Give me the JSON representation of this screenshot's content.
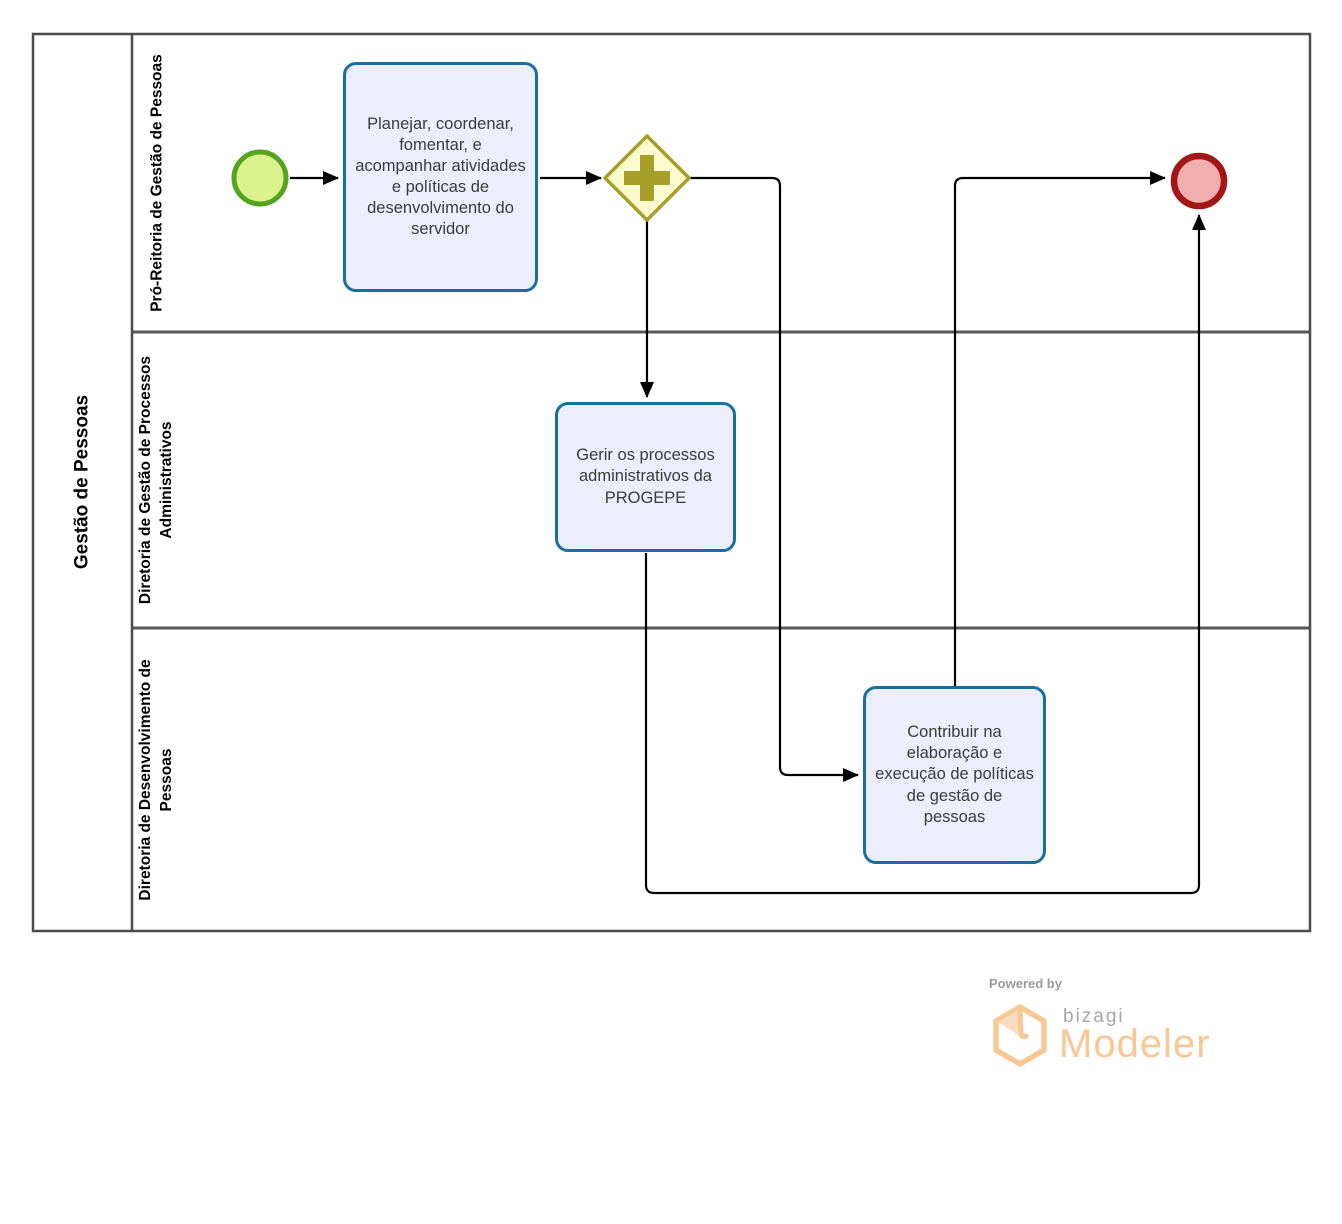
{
  "pool": {
    "title": "Gestão de Pessoas"
  },
  "lanes": [
    {
      "label": "Pró-Reitoria de Gestão de Pessoas"
    },
    {
      "label": "Diretoria de Gestão de Processos Administrativos"
    },
    {
      "label": "Diretoria de Desenvolvimento de Pessoas"
    }
  ],
  "tasks": [
    {
      "label": "Planejar, coordenar, fomentar, e acompanhar atividades e políticas de desenvolvimento do servidor"
    },
    {
      "label": "Gerir os processos administrativos da PROGEPE"
    },
    {
      "label": "Contribuir na elaboração e execução de políticas de gestão de pessoas"
    }
  ],
  "diagram_icons": {
    "start_event": "start-event-circle-icon",
    "end_event": "end-event-circle-icon",
    "gateway": "parallel-gateway-plus-icon"
  },
  "branding": {
    "powered_by": "Powered by",
    "brand": "bizagi",
    "product": "Modeler",
    "logo_icon": "bizagi-box-icon"
  },
  "colors": {
    "task_fill": "#ECEFFB",
    "task_border": "#1A6F9D",
    "start_event_fill": "#DBF38C",
    "start_event_border": "#54A321",
    "gateway_fill": "#FBFBCF",
    "gateway_border": "#A6A02B",
    "end_event_fill": "#F1AEAE",
    "end_event_border": "#A21616",
    "connector": "#000000",
    "pool_border": "#4C4C4C",
    "logo_orange": "#F8C794",
    "logo_gray": "#9B9B9B"
  }
}
